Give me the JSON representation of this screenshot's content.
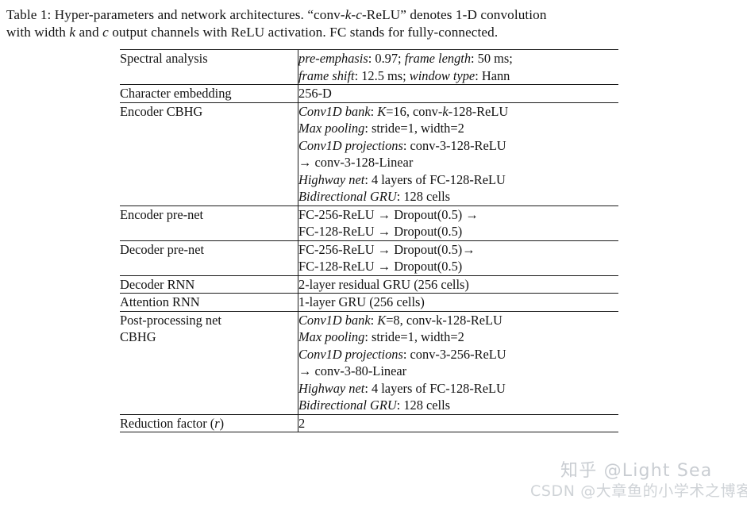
{
  "caption": {
    "label": "Table 1:",
    "line1_a": "Table 1: Hyper-parameters and network architectures. “conv-",
    "line1_k": "k",
    "line1_b": "-",
    "line1_c": "c",
    "line1_d": "-ReLU” denotes 1-D convolution",
    "line2_a": "with width ",
    "line2_k": "k",
    "line2_b": " and ",
    "line2_c": "c",
    "line2_d": " output channels with ReLU activation. FC stands for fully-connected.",
    "full_text": "Table 1: Hyper-parameters and network architectures. “conv-k-c-ReLU” denotes 1-D convolution with width k and c output channels with ReLU activation. FC stands for fully-connected."
  },
  "table": {
    "rows": [
      {
        "key": "Spectral analysis",
        "key_lines": [
          "Spectral analysis"
        ],
        "value_lines": [
          [
            {
              "t": "pre-emphasis",
              "style": "italic"
            },
            {
              "t": ": 0.97; ",
              "style": "normal"
            },
            {
              "t": "frame length",
              "style": "italic"
            },
            {
              "t": ": 50 ms;",
              "style": "normal"
            }
          ],
          [
            {
              "t": "frame shift",
              "style": "italic"
            },
            {
              "t": ": 12.5 ms; ",
              "style": "normal"
            },
            {
              "t": "window type",
              "style": "italic"
            },
            {
              "t": ": Hann",
              "style": "normal"
            }
          ]
        ]
      },
      {
        "key": "Character embedding",
        "key_lines": [
          "Character embedding"
        ],
        "value_lines": [
          [
            {
              "t": "256-D",
              "style": "normal"
            }
          ]
        ]
      },
      {
        "key": "Encoder CBHG",
        "key_lines": [
          "Encoder CBHG"
        ],
        "value_lines": [
          [
            {
              "t": "Conv1D bank",
              "style": "italic"
            },
            {
              "t": ":  ",
              "style": "normal"
            },
            {
              "t": "K",
              "style": "italic"
            },
            {
              "t": "=16, conv-",
              "style": "normal"
            },
            {
              "t": "k",
              "style": "italic"
            },
            {
              "t": "-128-ReLU",
              "style": "normal"
            }
          ],
          [
            {
              "t": "Max pooling",
              "style": "italic"
            },
            {
              "t": ": stride=1, width=2",
              "style": "normal"
            }
          ],
          [
            {
              "t": "Conv1D projections",
              "style": "italic"
            },
            {
              "t": ": conv-3-128-ReLU",
              "style": "normal"
            }
          ],
          [
            {
              "t": "→ conv-3-128-Linear",
              "style": "normal"
            }
          ],
          [
            {
              "t": "Highway net",
              "style": "italic"
            },
            {
              "t": ": 4 layers of FC-128-ReLU",
              "style": "normal"
            }
          ],
          [
            {
              "t": "Bidirectional GRU",
              "style": "italic"
            },
            {
              "t": ": 128 cells",
              "style": "normal"
            }
          ]
        ]
      },
      {
        "key": "Encoder pre-net",
        "key_lines": [
          "Encoder pre-net"
        ],
        "value_lines": [
          [
            {
              "t": "FC-256-ReLU → Dropout(0.5) →",
              "style": "normal"
            }
          ],
          [
            {
              "t": "FC-128-ReLU → Dropout(0.5)",
              "style": "normal"
            }
          ]
        ]
      },
      {
        "key": "Decoder pre-net",
        "key_lines": [
          "Decoder pre-net"
        ],
        "value_lines": [
          [
            {
              "t": "FC-256-ReLU → Dropout(0.5)→",
              "style": "normal"
            }
          ],
          [
            {
              "t": "FC-128-ReLU → Dropout(0.5)",
              "style": "normal"
            }
          ]
        ]
      },
      {
        "key": "Decoder RNN",
        "key_lines": [
          "Decoder RNN"
        ],
        "value_lines": [
          [
            {
              "t": "2-layer residual GRU (256 cells)",
              "style": "normal"
            }
          ]
        ]
      },
      {
        "key": "Attention RNN",
        "key_lines": [
          "Attention RNN"
        ],
        "value_lines": [
          [
            {
              "t": "1-layer GRU (256 cells)",
              "style": "normal"
            }
          ]
        ]
      },
      {
        "key": "Post-processing net CBHG",
        "key_lines": [
          "Post-processing net",
          "CBHG"
        ],
        "value_lines": [
          [
            {
              "t": "Conv1D bank",
              "style": "italic"
            },
            {
              "t": ":  ",
              "style": "normal"
            },
            {
              "t": "K",
              "style": "italic"
            },
            {
              "t": "=8, conv-k-128-ReLU",
              "style": "normal"
            }
          ],
          [
            {
              "t": "Max pooling",
              "style": "italic"
            },
            {
              "t": ": stride=1, width=2",
              "style": "normal"
            }
          ],
          [
            {
              "t": "Conv1D projections",
              "style": "italic"
            },
            {
              "t": ": conv-3-256-ReLU",
              "style": "normal"
            }
          ],
          [
            {
              "t": "→ conv-3-80-Linear",
              "style": "normal"
            }
          ],
          [
            {
              "t": "Highway net",
              "style": "italic"
            },
            {
              "t": ": 4 layers of FC-128-ReLU",
              "style": "normal"
            }
          ],
          [
            {
              "t": "Bidirectional GRU",
              "style": "italic"
            },
            {
              "t": ": 128 cells",
              "style": "normal"
            }
          ]
        ]
      },
      {
        "key": "Reduction factor (r)",
        "key_lines": [
          [
            {
              "t": "Reduction factor (",
              "style": "normal"
            },
            {
              "t": "r",
              "style": "italic"
            },
            {
              "t": ")",
              "style": "normal"
            }
          ]
        ],
        "key_rich": true,
        "value_lines": [
          [
            {
              "t": "2",
              "style": "normal"
            }
          ]
        ]
      }
    ]
  },
  "watermarks": {
    "zhihu": "知乎 @Light Sea",
    "csdn": "CSDN @大章鱼的小学术之博客"
  },
  "colors": {
    "text": "#121212",
    "rule": "#1a1a1a",
    "watermark": "#cbcfd4",
    "background": "#ffffff"
  }
}
